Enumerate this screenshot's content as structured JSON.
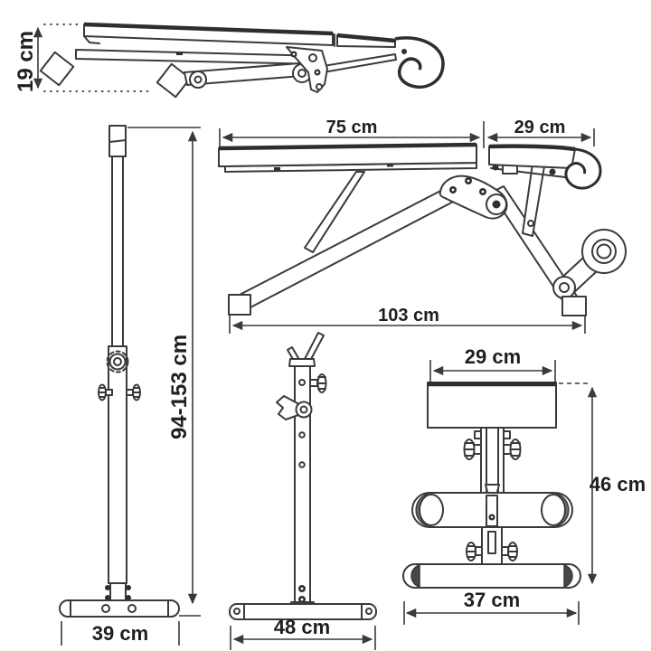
{
  "colors": {
    "background": "#ffffff",
    "line": "#3a3a3a",
    "text": "#1f1f1f"
  },
  "unit": "cm",
  "dimensions": {
    "folded_height": "19 cm",
    "bench_pad_length": "75 cm",
    "bench_backrest_length": "29 cm",
    "bench_total_length": "103 cm",
    "stand_height_range": "94-153 cm",
    "stand_base_width": "39 cm",
    "stand_base_depth": "48 cm",
    "seat_pad_width": "29 cm",
    "seat_unit_height": "46 cm",
    "seat_base_width": "37 cm"
  }
}
